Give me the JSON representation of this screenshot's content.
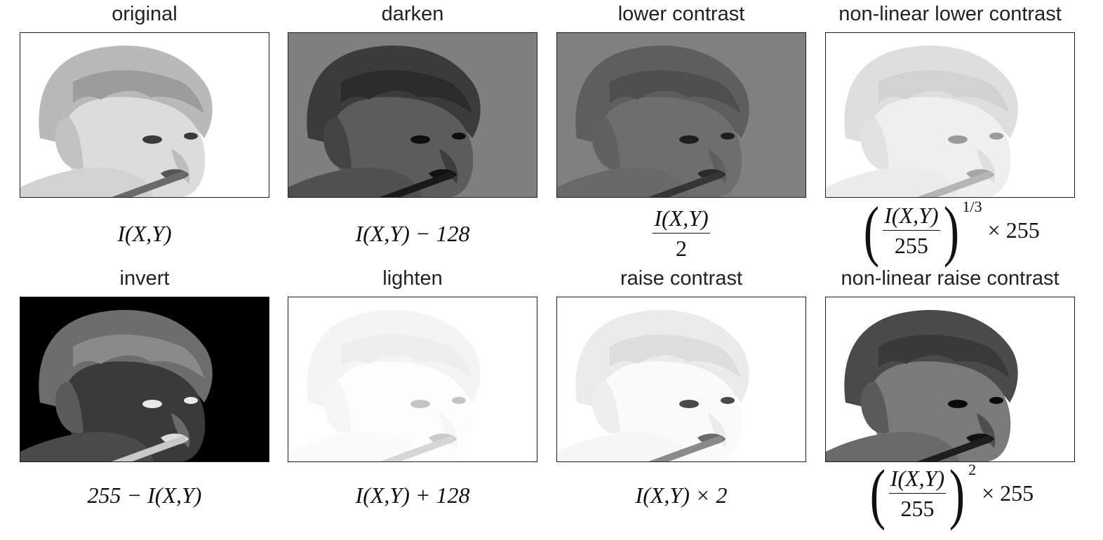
{
  "panels": [
    {
      "title": "original",
      "formula": "I(X,Y)"
    },
    {
      "title": "darken",
      "formula": "I(X,Y) − 128"
    },
    {
      "title": "lower contrast",
      "formula_num": "I(X,Y)",
      "formula_den": "2"
    },
    {
      "title": "non-linear lower contrast",
      "formula_num": "I(X,Y)",
      "formula_den": "255",
      "exponent": "1/3",
      "suffix": "× 255"
    },
    {
      "title": "invert",
      "formula": "255 − I(X,Y)"
    },
    {
      "title": "lighten",
      "formula": "I(X,Y) + 128"
    },
    {
      "title": "raise contrast",
      "formula": "I(X,Y) × 2"
    },
    {
      "title": "non-linear raise contrast",
      "formula_num": "I(X,Y)",
      "formula_den": "255",
      "exponent": "2",
      "suffix": "× 255"
    }
  ],
  "colors": {
    "original_bg": "#ffffff",
    "darken_bg": "#7f7f7f",
    "lower_contrast_bg": "#808080",
    "nonlinear_lower_bg": "#ffffff",
    "invert_bg": "#000000",
    "lighten_bg": "#ffffff",
    "raise_contrast_bg": "#ffffff",
    "nonlinear_raise_bg": "#ffffff"
  }
}
